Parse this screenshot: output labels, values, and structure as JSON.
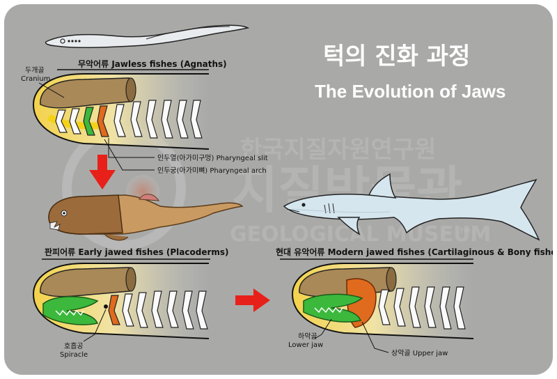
{
  "title": {
    "korean": "턱의 진화 과정",
    "english": "The Evolution of Jaws"
  },
  "watermark": {
    "korean_top": "한국지질자원연구원",
    "korean_main": "지질박물관",
    "english": "GEOLOGICAL MUSEUM",
    "tm": "TM"
  },
  "sections": {
    "jawless": {
      "heading": "무악어류  Jawless fishes (Agnaths)"
    },
    "placoderm": {
      "heading": "판피어류  Early jawed fishes (Placoderms)"
    },
    "modern": {
      "heading": "현대 유악어류  Modern jawed fishes (Cartilaginous & Bony fishes)"
    }
  },
  "labels": {
    "cranium_ko": "두개골",
    "cranium_en": "Cranium",
    "pharyngeal_slit": "인두열(아가미구멍) Pharyngeal slit",
    "pharyngeal_arch": "인두궁(아가미뼈) Pharyngeal arch",
    "spiracle_ko": "호흡공",
    "spiracle_en": "Spiracle",
    "lower_jaw_ko": "하악골",
    "lower_jaw_en": "Lower jaw",
    "upper_jaw": "상악골 Upper jaw"
  },
  "colors": {
    "background": "#a9aaa8",
    "cranium": "#b08a5a",
    "head_yellow": "#f5d21a",
    "jaw_green": "#3cb83c",
    "upper_jaw_orange": "#e06a1e",
    "arrow_red": "#e8201a",
    "title_white": "#ffffff"
  },
  "icons": {
    "down_arrow": "red-down-arrow-icon",
    "right_arrow": "red-right-arrow-icon"
  }
}
